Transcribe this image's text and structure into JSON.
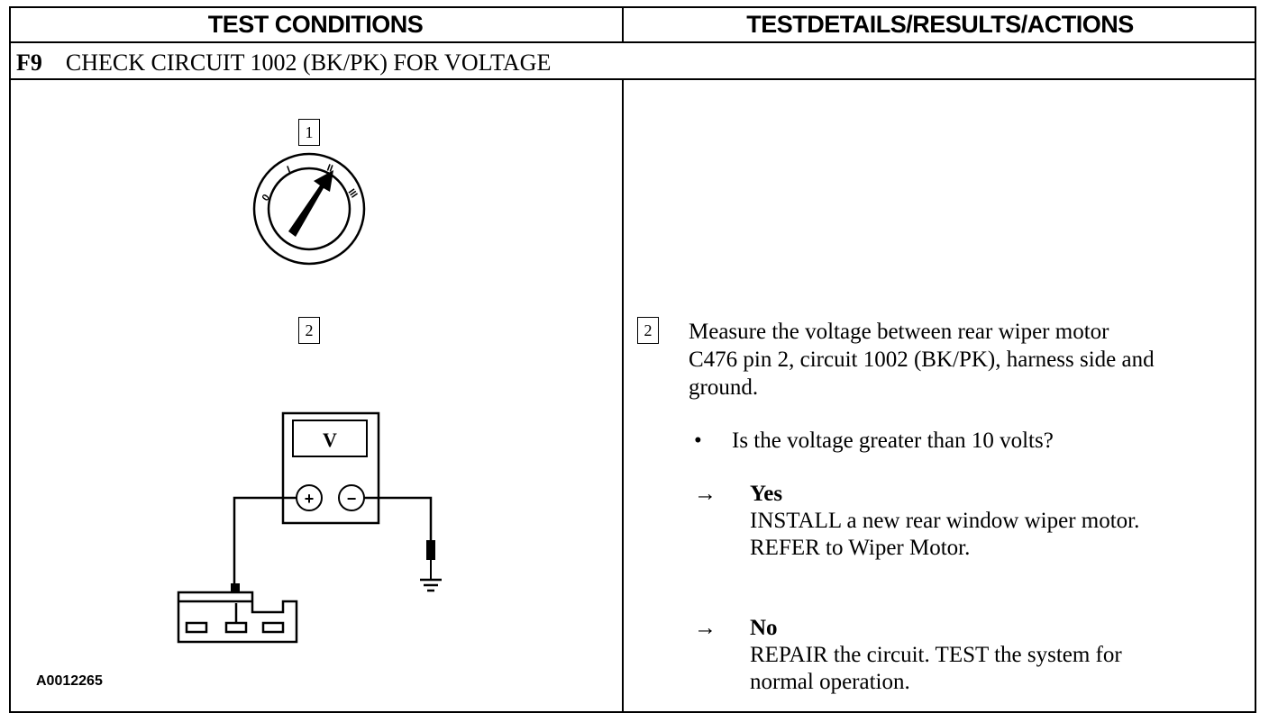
{
  "header": {
    "left": "TEST CONDITIONS",
    "right": "TESTDETAILS/RESULTS/ACTIONS"
  },
  "step": {
    "id": "F9",
    "title": "CHECK CIRCUIT 1002 (BK/PK) FOR VOLTAGE"
  },
  "left": {
    "callout_1": "1",
    "callout_2": "2",
    "switch_positions": [
      "0",
      "I",
      "II",
      "III"
    ],
    "meter_label": "V",
    "plus": "+",
    "minus": "−",
    "figure_id": "A0012265"
  },
  "right": {
    "callout": "2",
    "instruction": [
      "Measure the voltage between rear wiper motor",
      "C476 pin 2, circuit 1002 (BK/PK), harness side and",
      "ground."
    ],
    "bullet": "•",
    "question": "Is the voltage greater than 10 volts?",
    "arrow": "→",
    "yes_label": "Yes",
    "yes_lines": [
      "INSTALL a new rear window wiper motor.",
      "REFER to Wiper Motor."
    ],
    "no_label": "No",
    "no_lines": [
      "REPAIR the circuit. TEST the system for",
      "normal operation."
    ]
  }
}
